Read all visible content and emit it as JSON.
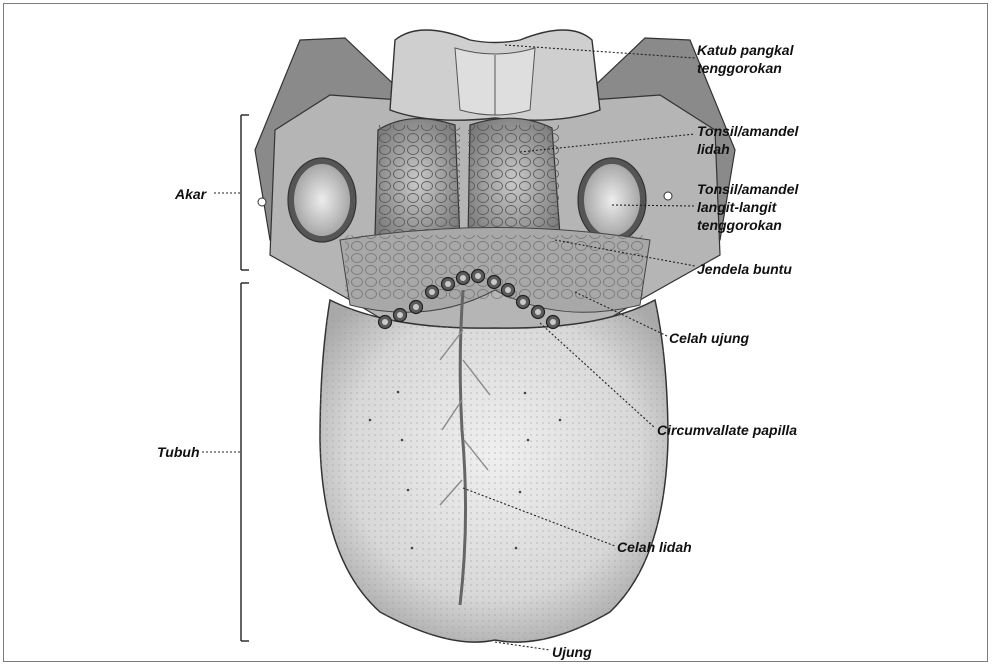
{
  "labels": {
    "katub": "Katub pangkal\ntenggorokan",
    "tonsil_lidah": "Tonsil/amandel\nlidah",
    "tonsil_langit": "Tonsil/amandel\nlangit-langit\ntenggorokan",
    "jendela": "Jendela buntu",
    "celah_ujung": "Celah ujung",
    "circumvallate": "Circumvallate papilla",
    "celah_lidah": "Celah lidah",
    "ujung": "Ujung",
    "akar": "Akar",
    "tubuh": "Tubuh"
  },
  "colors": {
    "line": "#222222",
    "tissue_light": "#e6e6e6",
    "tissue_mid": "#bdbdbd",
    "tissue_dark": "#6a6a6a"
  }
}
